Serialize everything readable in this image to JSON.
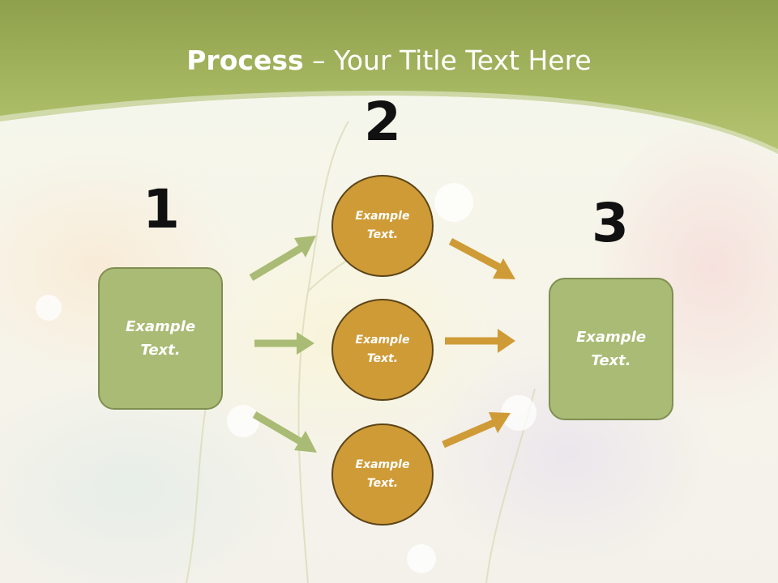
{
  "title": {
    "bold": "Process",
    "rest": " – Your Title Text Here"
  },
  "steps": [
    {
      "number": "1",
      "label": "Example\nText."
    },
    {
      "number": "2",
      "label": ""
    },
    {
      "number": "3",
      "label": "Example\nText."
    }
  ],
  "circles": [
    {
      "label": "Example\nText."
    },
    {
      "label": "Example\nText."
    },
    {
      "label": "Example\nText."
    }
  ],
  "colors": {
    "header_green": "#9fb05a",
    "box_fill": "#a9bb74",
    "circle_fill": "#cf9b37",
    "arrow_green": "#a9bb74",
    "arrow_gold": "#cf9b37"
  }
}
